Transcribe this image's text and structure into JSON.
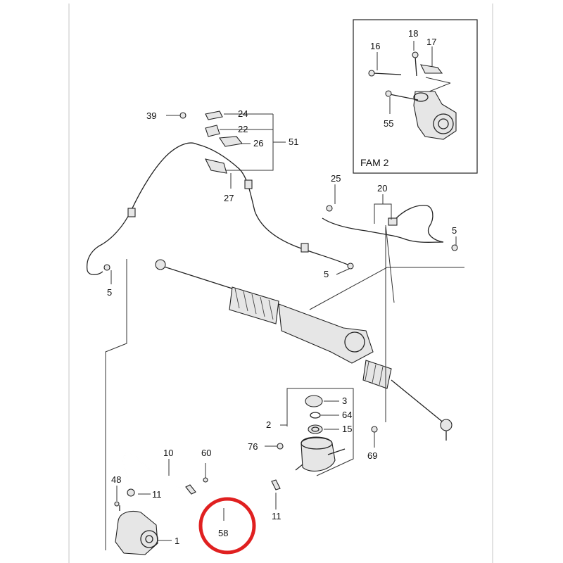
{
  "diagram": {
    "inset": {
      "label": "FAM 2"
    },
    "callouts": {
      "c1": "1",
      "c2": "2",
      "c3": "3",
      "c5a": "5",
      "c5b": "5",
      "c5c": "5",
      "c10": "10",
      "c11a": "11",
      "c11b": "11",
      "c15": "15",
      "c16": "16",
      "c17": "17",
      "c18": "18",
      "c20": "20",
      "c22": "22",
      "c24": "24",
      "c25": "25",
      "c26": "26",
      "c27": "27",
      "c39": "39",
      "c48": "48",
      "c51": "51",
      "c55": "55",
      "c58": "58",
      "c60": "60",
      "c64": "64",
      "c69": "69",
      "c76": "76"
    },
    "highlight": {
      "color": "#e02020",
      "target": "58"
    }
  }
}
